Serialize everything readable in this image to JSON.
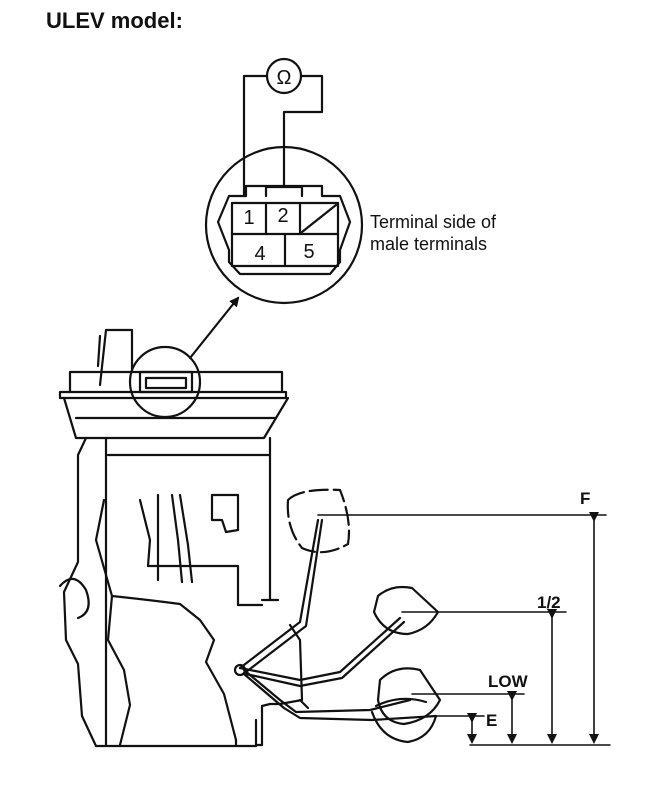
{
  "title": "ULEV model:",
  "meter_symbol": "Ω",
  "connector": {
    "terminals": [
      "1",
      "2",
      "4",
      "5"
    ],
    "caption_line1": "Terminal side of",
    "caption_line2": "male terminals"
  },
  "float_positions": [
    "F",
    "1/2",
    "LOW",
    "E"
  ]
}
